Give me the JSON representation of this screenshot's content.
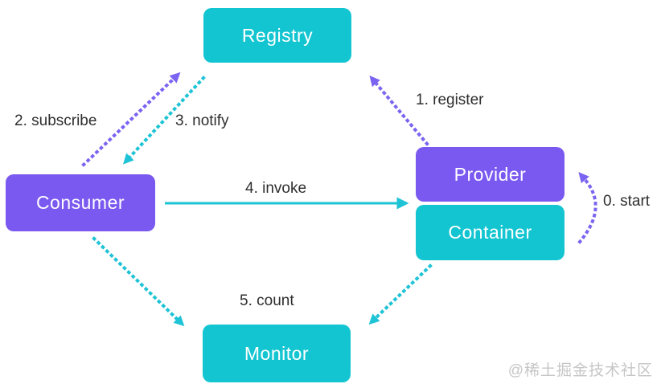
{
  "nodes": {
    "registry": {
      "label": "Registry"
    },
    "consumer": {
      "label": "Consumer"
    },
    "provider": {
      "label": "Provider"
    },
    "container": {
      "label": "Container"
    },
    "monitor": {
      "label": "Monitor"
    }
  },
  "edges": {
    "start": {
      "label": "0. start"
    },
    "register": {
      "label": "1. register"
    },
    "subscribe": {
      "label": "2. subscribe"
    },
    "notify": {
      "label": "3. notify"
    },
    "invoke": {
      "label": "4. invoke"
    },
    "count": {
      "label": "5. count"
    }
  },
  "watermark": {
    "text": "@稀土掘金技术社区"
  },
  "colors": {
    "purple": "#7A59F0",
    "cyan": "#13C5D1",
    "arrow_purple": "#7C64F2",
    "arrow_cyan": "#1EC3D6",
    "label_text": "#2E2E2E",
    "watermark": "#C6C6C6"
  }
}
